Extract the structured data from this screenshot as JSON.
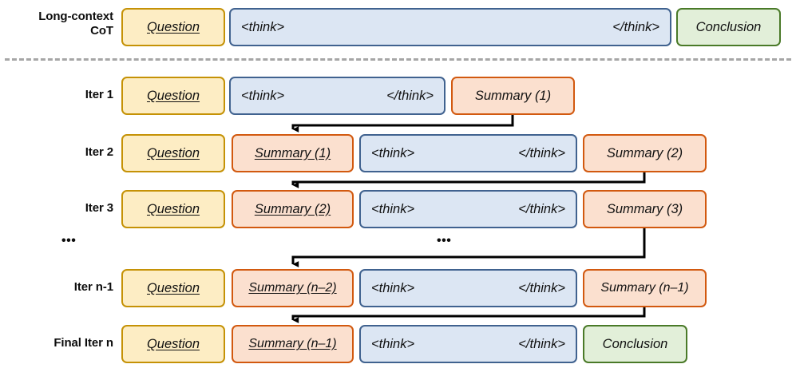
{
  "diagram": {
    "title_text": "",
    "colors": {
      "question_fill": "#fdedc4",
      "question_border": "#c59206",
      "think_fill": "#dce6f3",
      "think_border": "#40628f",
      "summary_fill": "#fbe0cf",
      "summary_border": "#d2590f",
      "conclusion_fill": "#e2efd9",
      "conclusion_border": "#4a7a28",
      "divider": "#a6a6a6",
      "arrow": "#000000"
    },
    "ellipsis_glyph": "•••",
    "think_open": "<think>",
    "think_close": "</think>",
    "rows": [
      {
        "id": "long-context-cot",
        "label": "Long-context\nCoT",
        "label_line1": "Long-context",
        "label_line2": "CoT",
        "question": "Question",
        "summary_in": null,
        "think_open": "<think>",
        "think_close": "</think>",
        "summary_out": null,
        "conclusion": "Conclusion"
      },
      {
        "id": "iter-1",
        "label": "Iter 1",
        "question": "Question",
        "summary_in": null,
        "think_open": "<think>",
        "think_close": "</think>",
        "summary_out": "Summary (1)",
        "conclusion": null
      },
      {
        "id": "iter-2",
        "label": "Iter 2",
        "question": "Question",
        "summary_in": "Summary (1)",
        "think_open": "<think>",
        "think_close": "</think>",
        "summary_out": "Summary (2)",
        "conclusion": null
      },
      {
        "id": "iter-3",
        "label": "Iter 3",
        "question": "Question",
        "summary_in": "Summary (2)",
        "think_open": "<think>",
        "think_close": "</think>",
        "summary_out": "Summary (3)",
        "conclusion": null
      },
      {
        "id": "iter-n-minus-1",
        "label": "Iter n-1",
        "question": "Question",
        "summary_in": "Summary (n–2)",
        "think_open": "<think>",
        "think_close": "</think>",
        "summary_out": "Summary (n–1)",
        "conclusion": null
      },
      {
        "id": "final-iter-n",
        "label": "Final Iter n",
        "question": "Question",
        "summary_in": "Summary (n–1)",
        "think_open": "<think>",
        "think_close": "</think>",
        "summary_out": null,
        "conclusion": "Conclusion"
      }
    ],
    "ellipsis_left": "•••",
    "ellipsis_center": "•••"
  }
}
